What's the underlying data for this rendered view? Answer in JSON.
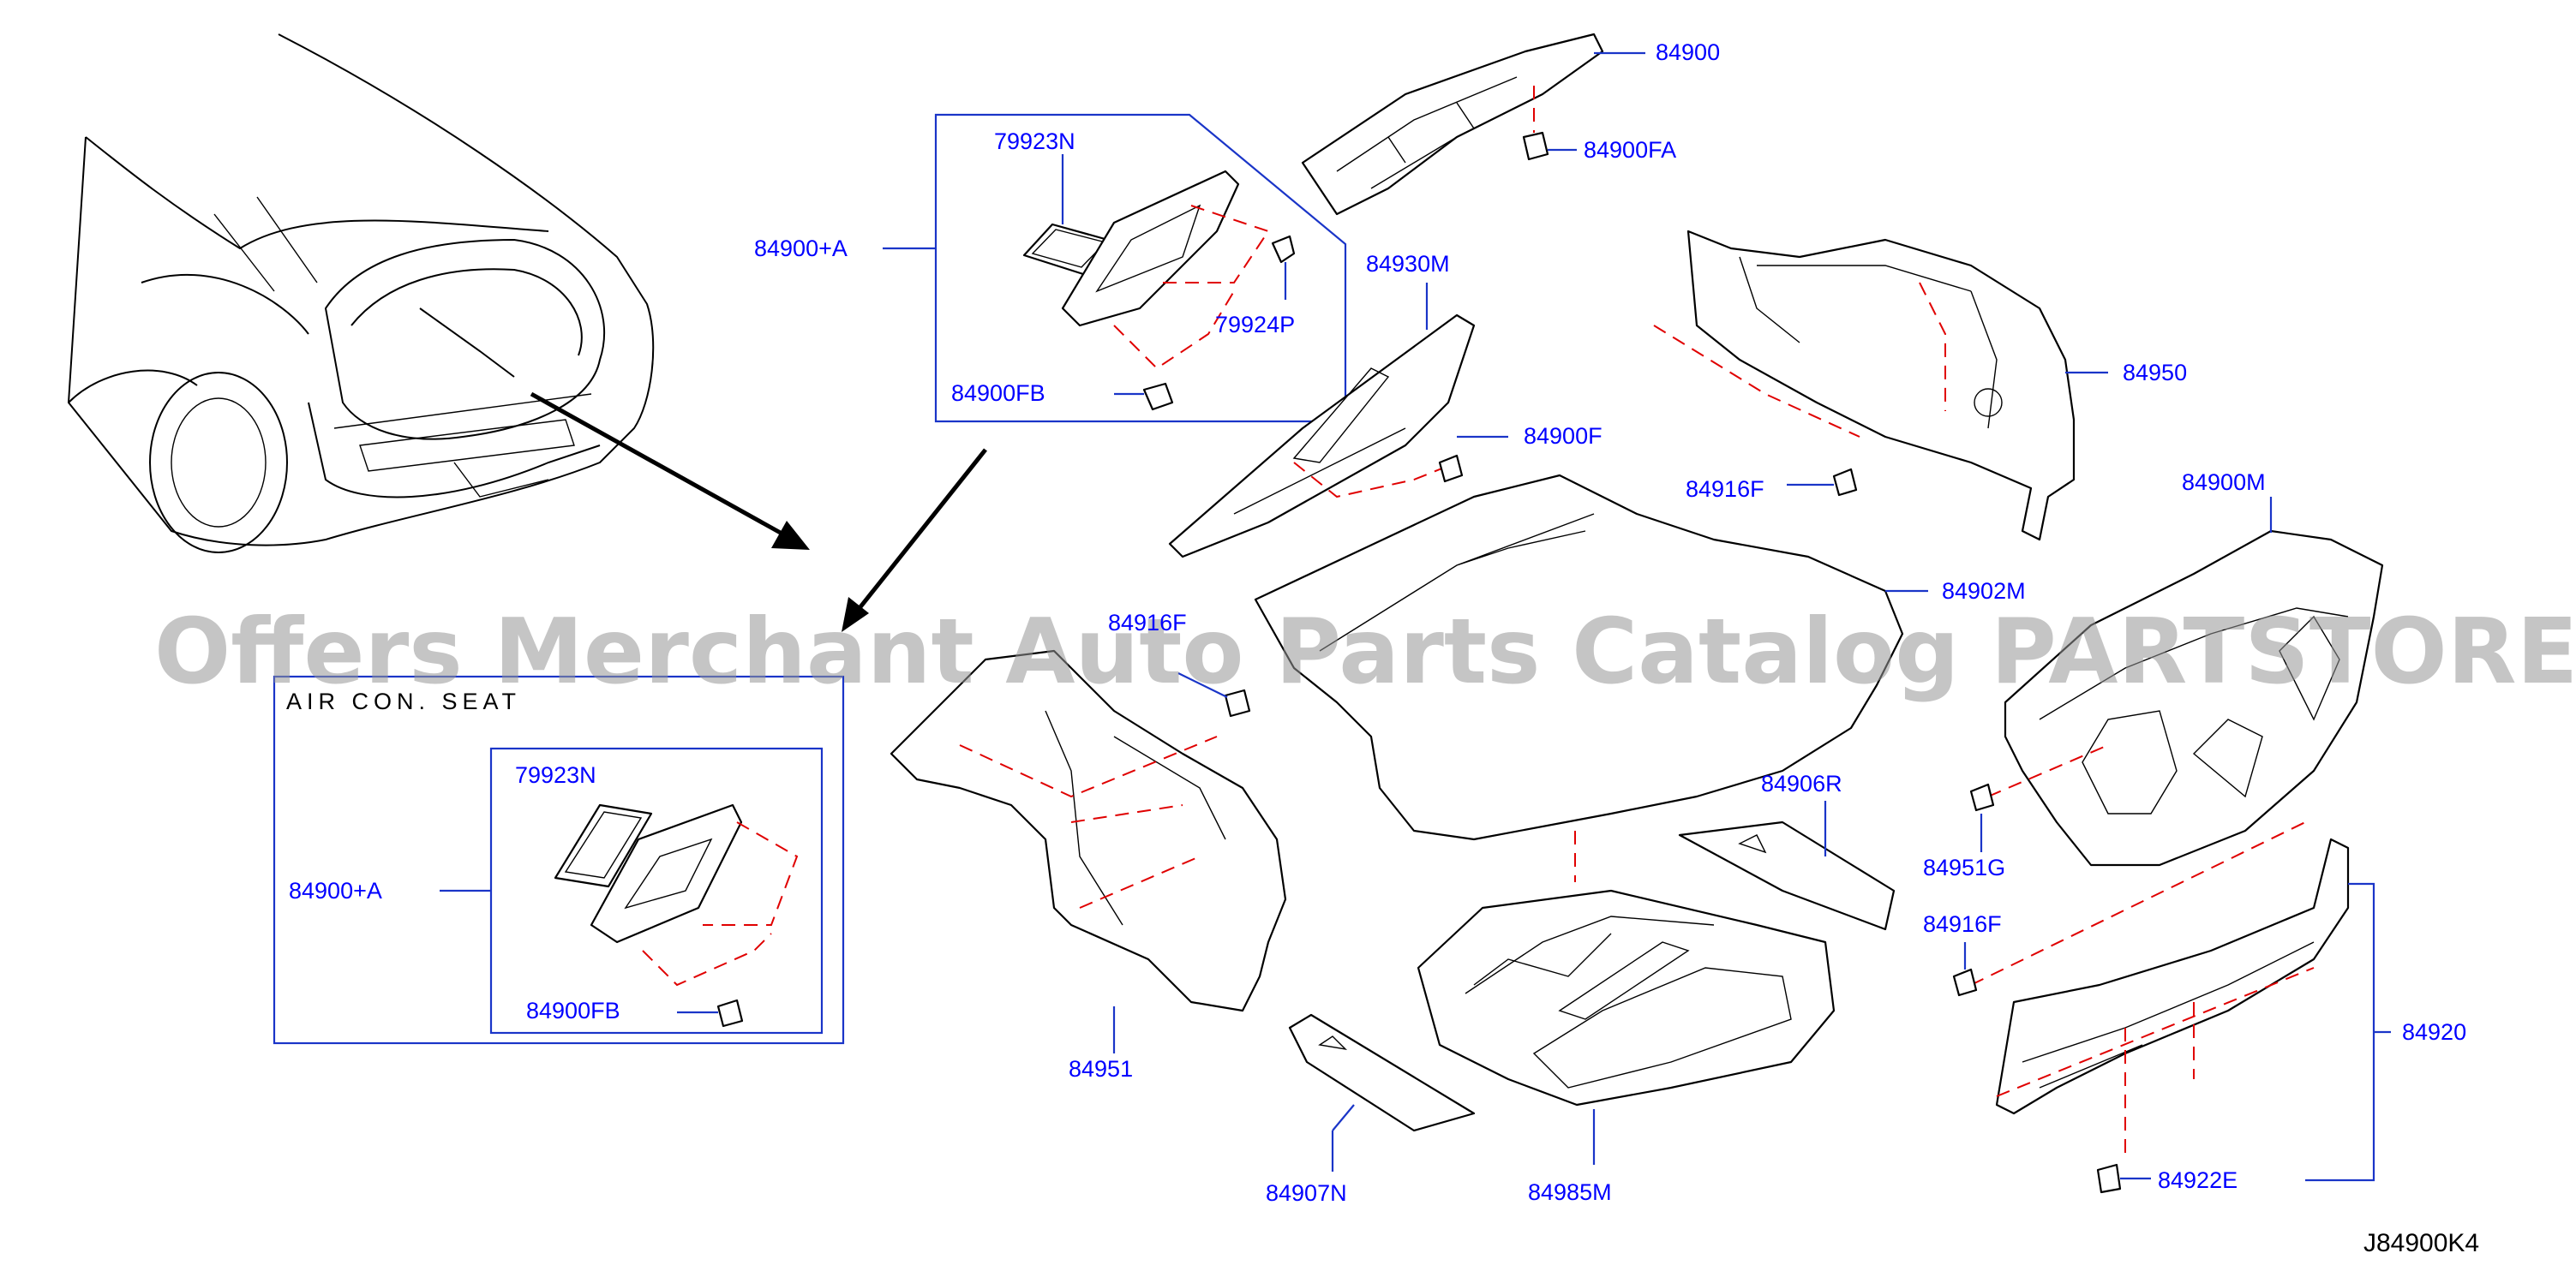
{
  "diagram": {
    "code": "J84900K4",
    "watermark": "Offers Merchant Auto Parts Catalog PARTSTORE.SA",
    "inset_title": "AIR CON. SEAT"
  },
  "parts": {
    "p84900": "84900",
    "p84900FA": "84900FA",
    "p84900A_top": "84900+A",
    "p79923N_top": "79923N",
    "p79924P": "79924P",
    "p84900FB_top": "84900FB",
    "p84930M": "84930M",
    "p84900F": "84900F",
    "p84950": "84950",
    "p84916F_top": "84916F",
    "p84900M": "84900M",
    "p84902M": "84902M",
    "p84916F_mid": "84916F",
    "p84951G": "84951G",
    "p84916F_right": "84916F",
    "p84920": "84920",
    "p84922E": "84922E",
    "p84906R": "84906R",
    "p84951": "84951",
    "p84985M": "84985M",
    "p84907N": "84907N",
    "p79923N_inset": "79923N",
    "p84900A_inset": "84900+A",
    "p84900FB_inset": "84900FB"
  }
}
